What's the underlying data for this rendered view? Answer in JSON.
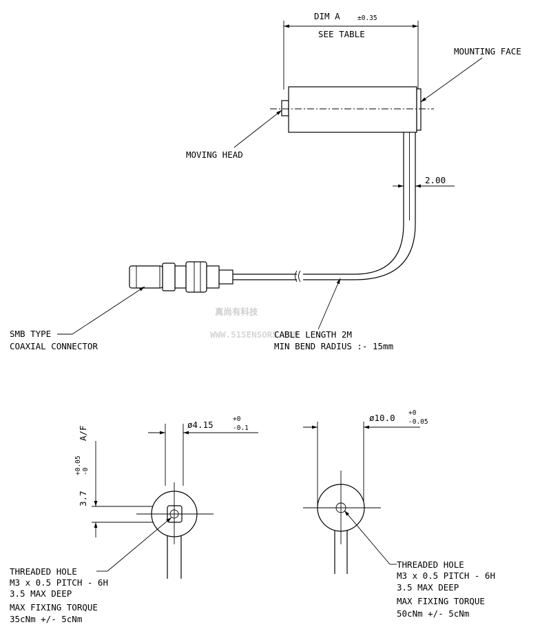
{
  "top_view": {
    "dim_a": "DIM A",
    "dim_a_tol": "±0.35",
    "see_table": "SEE TABLE",
    "mounting_face": "MOUNTING FACE",
    "moving_head": "MOVING HEAD",
    "cable_dim": "2.00",
    "smb_line1": "SMB TYPE",
    "smb_line2": "COAXIAL CONNECTOR",
    "cable_line1": "CABLE LENGTH 2M",
    "cable_line2": "MIN BEND RADIUS :- 15mm"
  },
  "watermark": {
    "cn": "真尚有科技",
    "url": "WWW.51SENSORS.COM"
  },
  "left_view": {
    "dia": "ø4.15",
    "dia_tol_upper": "+0",
    "dia_tol_lower": "-0.1",
    "af_value": "3.7",
    "af_tol_upper": "+0.05",
    "af_tol_lower": "-0",
    "af_label": "A/F",
    "note1": "THREADED HOLE",
    "note2": "M3 x 0.5 PITCH - 6H",
    "note3": "3.5 MAX DEEP",
    "note4": "MAX FIXING TORQUE",
    "note5": "35cNm +/- 5cNm"
  },
  "right_view": {
    "dia": "ø10.0",
    "dia_tol_upper": "+0",
    "dia_tol_lower": "-0.05",
    "note1": "THREADED HOLE",
    "note2": "M3 x 0.5 PITCH - 6H",
    "note3": "3.5 MAX DEEP",
    "note4": "MAX FIXING TORQUE",
    "note5": "50cNm +/- 5cNm"
  }
}
